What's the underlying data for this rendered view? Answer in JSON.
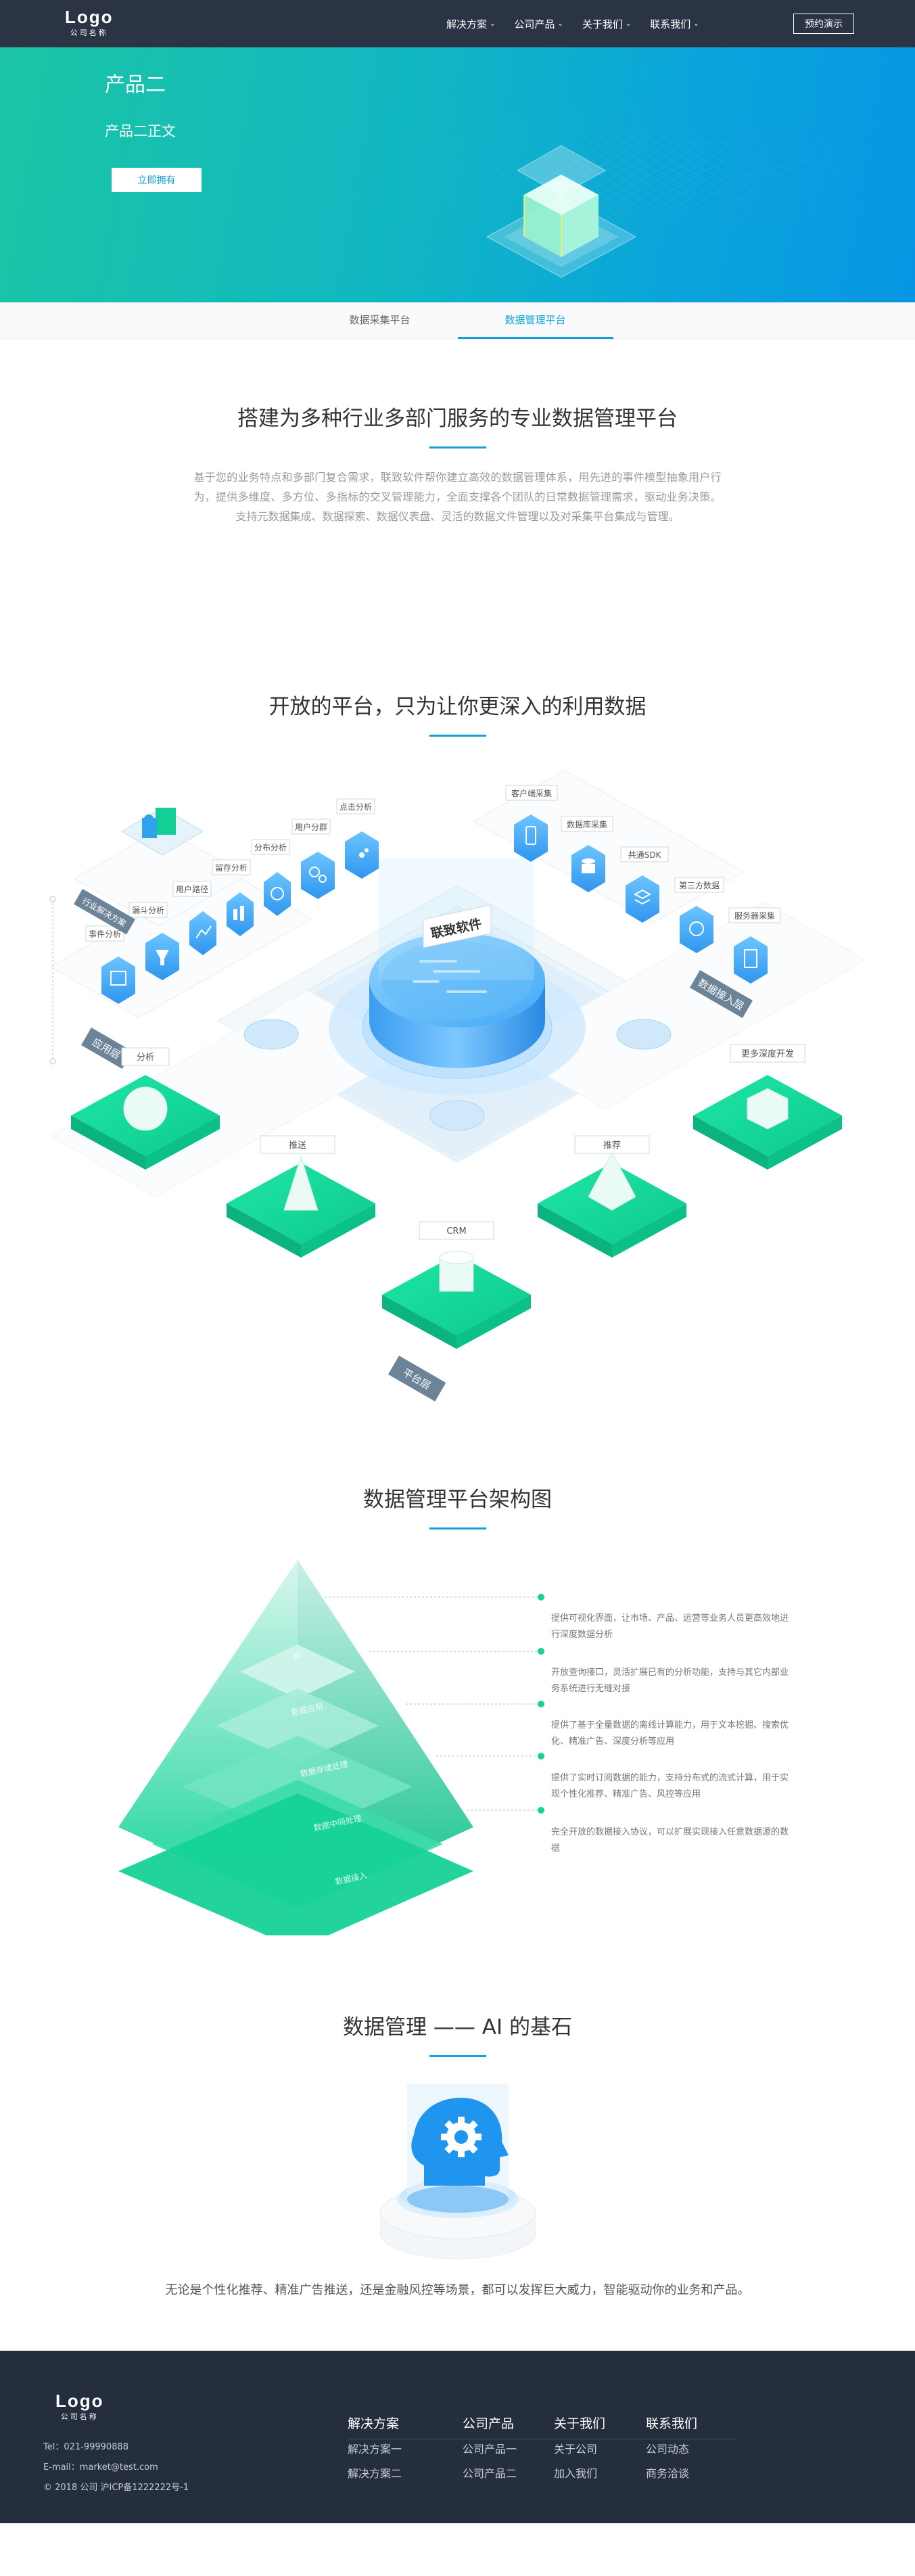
{
  "header": {
    "logo": "Logo",
    "logo_sub": "公司名称",
    "nav": [
      {
        "label": "解决方案"
      },
      {
        "label": "公司产品"
      },
      {
        "label": "关于我们"
      },
      {
        "label": "联系我们"
      }
    ],
    "demo_button": "预约演示"
  },
  "hero": {
    "title": "产品二",
    "subtitle": "产品二正文",
    "button": "立即拥有"
  },
  "tabs": [
    {
      "label": "数据采集平台",
      "active": false
    },
    {
      "label": "数据管理平台",
      "active": true
    }
  ],
  "intro": {
    "title": "搭建为多种行业多部门服务的专业数据管理平台",
    "text": "基于您的业务特点和多部门复合需求，联致软件帮你建立高效的数据管理体系，用先进的事件模型抽象用户行为，提供多维度、多方位、多指标的交叉管理能力，全面支撑各个团队的日常数据管理需求，驱动业务决策。支持元数据集成、数据探索、数据仪表盘、灵活的数据文件管理以及对采集平台集成与管理。"
  },
  "platform": {
    "title": "开放的平台，只为让你更深入的利用数据",
    "center_label": "联致软件",
    "left_tag": "应用层",
    "left_top_tag": "行业解决方案",
    "right_tag": "数据接入层",
    "bottom_tag": "平台层",
    "left_items": [
      "事件分析",
      "漏斗分析",
      "用户路径",
      "留存分析",
      "分布分析",
      "用户分群",
      "点击分析"
    ],
    "right_items": [
      "客户端采集",
      "数据库采集",
      "共通SDK",
      "第三方数据",
      "服务器采集"
    ],
    "bottom_items": [
      "分析",
      "推送",
      "CRM",
      "推荐",
      "更多深度开发"
    ]
  },
  "architecture": {
    "title": "数据管理平台架构图",
    "layers": [
      "BI",
      "数据应用",
      "数据存储处理",
      "数据中间处理",
      "数据接入"
    ],
    "descriptions": [
      "提供可视化界面，让市场、产品、运营等业务人员更高效地进行深度数据分析",
      "开放查询接口，灵活扩展已有的分析功能，支持与其它内部业务系统进行无缝对接",
      "提供了基于全量数据的离线计算能力，用于文本挖掘、搜索优化、精准广告、深度分析等应用",
      "提供了实时订阅数据的能力，支持分布式的流式计算，用于实现个性化推荐、精准广告、风控等应用",
      "完全开放的数据接入协议，可以扩展实现接入任意数据源的数据"
    ]
  },
  "ai": {
    "title": "数据管理 —— AI 的基石",
    "text": "无论是个性化推荐、精准广告推送，还是金融风控等场景，都可以发挥巨大威力，智能驱动你的业务和产品。"
  },
  "footer": {
    "logo": "Logo",
    "logo_sub": "公司名称",
    "tel": "Tel：021-99990888",
    "email": "E-mail：market@test.com",
    "copyright": "© 2018 公司 沪ICP备1222222号-1",
    "columns": [
      {
        "title": "解决方案",
        "items": [
          "解决方案一",
          "解决方案二"
        ]
      },
      {
        "title": "公司产品",
        "items": [
          "公司产品一",
          "公司产品二"
        ]
      },
      {
        "title": "关于我们",
        "items": [
          "关于公司",
          "加入我们"
        ]
      },
      {
        "title": "联系我们",
        "items": [
          "公司动态",
          "商务洽谈"
        ]
      }
    ]
  },
  "colors": {
    "accent": "#13a0d8",
    "green": "#12d39a",
    "header_bg": "#2b3444",
    "footer_bg": "#252e3c"
  }
}
